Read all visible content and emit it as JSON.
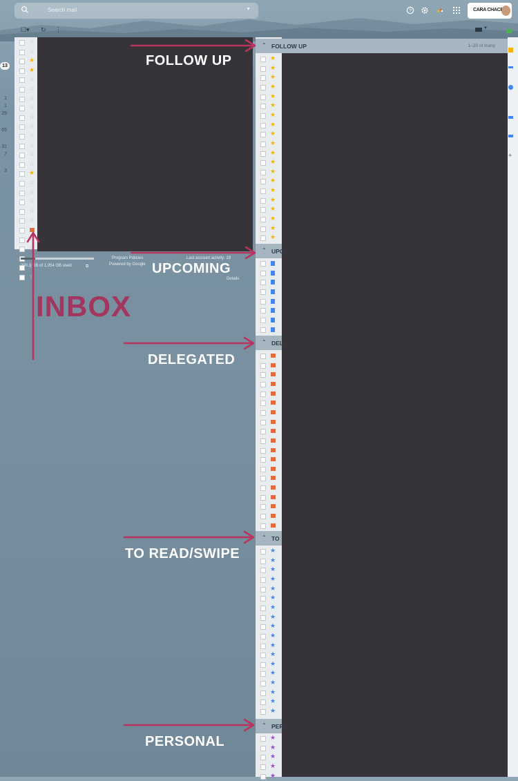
{
  "header": {
    "search_placeholder": "Search mail",
    "account_name": "CARA CHACE"
  },
  "nav": {
    "inbox_badge": "13",
    "counts": [
      "1",
      "1",
      "29",
      "65",
      "31",
      "7",
      "3"
    ]
  },
  "inbox_footer": {
    "storage": "200.3 GB of 1,054 GB used",
    "program_policies": "Program Policies",
    "powered_by": "Powered by Google",
    "last_activity": "Last account activity: 19",
    "details": "Details"
  },
  "sections": [
    {
      "title": "FOLLOW UP",
      "count": "1–20 of many"
    },
    {
      "title": "UPC"
    },
    {
      "title": "DEL"
    },
    {
      "title": "TO"
    },
    {
      "title": "PER"
    }
  ],
  "annotations": {
    "follow_up": "FOLLOW UP",
    "upcoming": "UPCOMING",
    "delegated": "DELEGATED",
    "to_read": "TO READ/SWIPE",
    "personal": "PERSONAL",
    "inbox": "INBOX"
  },
  "colors": {
    "annotation_arrow": "#b8345f",
    "star_yellow": "#f4b400",
    "star_blue": "#4285f4",
    "star_purple": "#9b4cd1",
    "important_orange": "#e26c3c"
  }
}
